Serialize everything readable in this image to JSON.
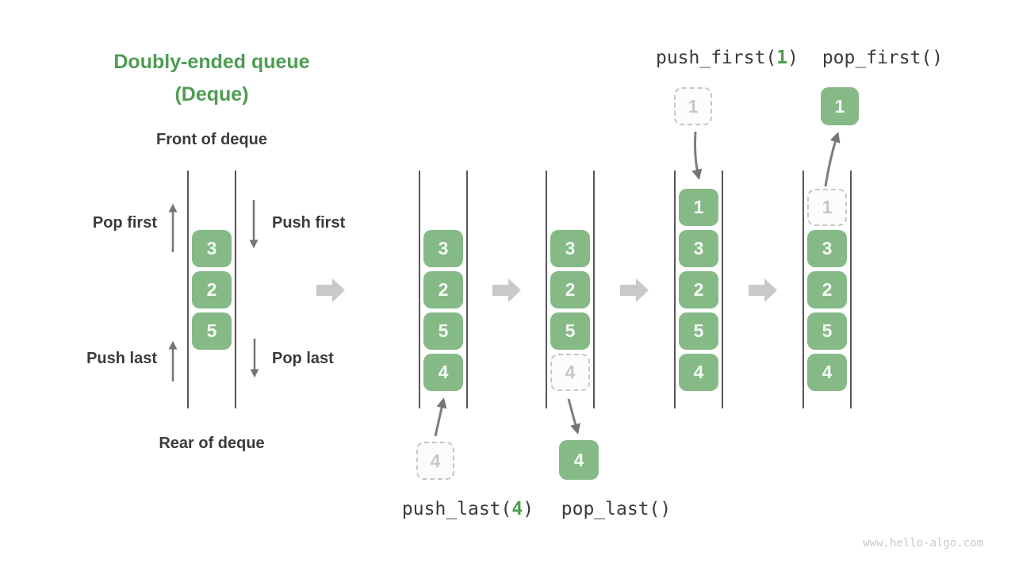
{
  "title": {
    "line1": "Doubly-ended queue",
    "line2": "(Deque)"
  },
  "labels": {
    "front": "Front of deque",
    "rear": "Rear of deque",
    "pop_first": "Pop first",
    "push_first": "Push first",
    "push_last": "Push last",
    "pop_last": "Pop last"
  },
  "operations": {
    "push_last_prefix": "push_last(",
    "push_last_arg": "4",
    "push_last_suffix": ")",
    "pop_last": "pop_last()",
    "push_first_prefix": "push_first(",
    "push_first_arg": "1",
    "push_first_suffix": ")",
    "pop_first": "pop_first()"
  },
  "deques": {
    "overview": {
      "first_row": 1,
      "cells": [
        {
          "value": "3",
          "style": "solid"
        },
        {
          "value": "2",
          "style": "solid"
        },
        {
          "value": "5",
          "style": "solid"
        }
      ]
    },
    "states": [
      {
        "id": "after-push-last",
        "first_row": 1,
        "cells": [
          {
            "value": "3",
            "style": "solid"
          },
          {
            "value": "2",
            "style": "solid"
          },
          {
            "value": "5",
            "style": "solid"
          },
          {
            "value": "4",
            "style": "solid"
          }
        ]
      },
      {
        "id": "during-pop-last",
        "first_row": 1,
        "cells": [
          {
            "value": "3",
            "style": "solid"
          },
          {
            "value": "2",
            "style": "solid"
          },
          {
            "value": "5",
            "style": "solid"
          },
          {
            "value": "4",
            "style": "dashed"
          }
        ]
      },
      {
        "id": "after-push-first",
        "first_row": 0,
        "cells": [
          {
            "value": "1",
            "style": "solid"
          },
          {
            "value": "3",
            "style": "solid"
          },
          {
            "value": "2",
            "style": "solid"
          },
          {
            "value": "5",
            "style": "solid"
          },
          {
            "value": "4",
            "style": "solid"
          }
        ]
      },
      {
        "id": "during-pop-first",
        "first_row": 0,
        "cells": [
          {
            "value": "1",
            "style": "dashed"
          },
          {
            "value": "3",
            "style": "solid"
          },
          {
            "value": "2",
            "style": "solid"
          },
          {
            "value": "5",
            "style": "solid"
          },
          {
            "value": "4",
            "style": "solid"
          }
        ]
      }
    ]
  },
  "external_boxes": {
    "push_last_in": {
      "value": "4",
      "style": "dashed"
    },
    "pop_last_out": {
      "value": "4",
      "style": "solid"
    },
    "push_first_in": {
      "value": "1",
      "style": "dashed"
    },
    "pop_first_out": {
      "value": "1",
      "style": "solid"
    }
  },
  "colors": {
    "accent_green": "#4e9d52",
    "cell_green": "#85ba87",
    "text_dark": "#3b3b3b",
    "wall_gray": "#575757",
    "thin_arrow_gray": "#757575",
    "block_arrow_gray": "#c9c9c9",
    "dashed_gray": "#c7c7c7"
  },
  "watermark": "www.hello-algo.com"
}
